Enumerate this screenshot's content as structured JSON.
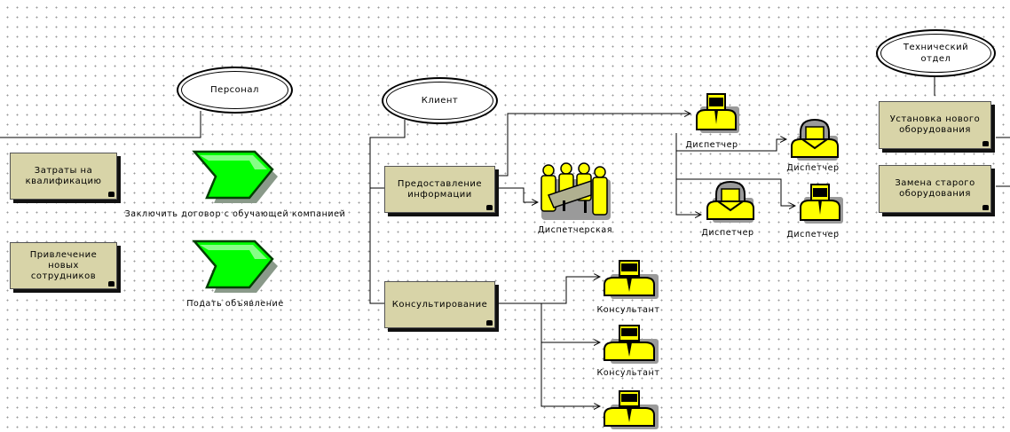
{
  "entities": {
    "personnel": "Персонал",
    "client": "Клиент",
    "tech_department": "Технический отдел"
  },
  "functions": {
    "qualification_costs": "Затраты на квалификацию",
    "new_employees": "Привлечение новых сотрудников",
    "provide_info": "Предоставление информации",
    "consulting": "Консультирование",
    "install_new": "Установка нового оборудования",
    "replace_old": "Замена старого оборудования"
  },
  "events": {
    "contract": "Заключить договор с обучающей компанией",
    "advertisement": "Подать объявление"
  },
  "roles": {
    "dispatch_room": "Диспетчерская",
    "dispatcher_1": "Диспетчер",
    "dispatcher_2": "Диспетчер",
    "dispatcher_3": "Диспетчер",
    "dispatcher_4": "Диспетчер",
    "consultant_1": "Консультант",
    "consultant_2": "Консультант"
  },
  "colors": {
    "function_fill": "#d8d4a8",
    "role_icon": "#ffff00",
    "event_arrow": "#00ff00"
  }
}
